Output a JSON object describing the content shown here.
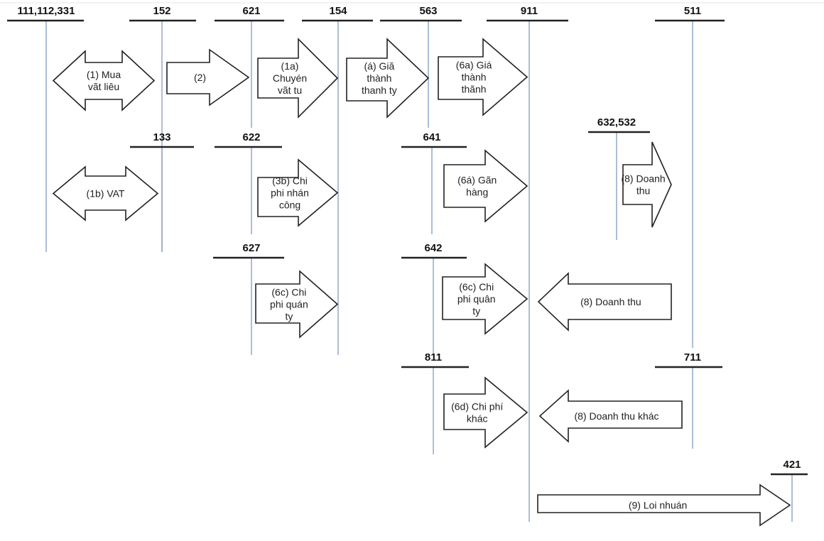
{
  "accounts": [
    {
      "label": "111,112,331"
    },
    {
      "label": "152"
    },
    {
      "label": "621"
    },
    {
      "label": "154"
    },
    {
      "label": "563"
    },
    {
      "label": "911"
    },
    {
      "label": "511"
    },
    {
      "label": "133"
    },
    {
      "label": "622"
    },
    {
      "label": "627"
    },
    {
      "label": "641"
    },
    {
      "label": "642"
    },
    {
      "label": "811"
    },
    {
      "label": "632,532"
    },
    {
      "label": "711"
    },
    {
      "label": "421"
    }
  ],
  "arrows": [
    {
      "type": "double",
      "lines": [
        "(1) Mua",
        "vãt liêu"
      ]
    },
    {
      "type": "right",
      "lines": [
        "(2)"
      ]
    },
    {
      "type": "right",
      "lines": [
        "(1a)",
        "Chuyén",
        "vãt tu"
      ]
    },
    {
      "type": "right",
      "lines": [
        "(á) Giă",
        "thành",
        "thanh ty"
      ]
    },
    {
      "type": "right",
      "lines": [
        "(6a) Giá",
        "thành",
        "thãnh"
      ]
    },
    {
      "type": "double",
      "lines": [
        "(1b) VAT"
      ]
    },
    {
      "type": "right",
      "lines": [
        "(3b) Chi",
        "phi nhán",
        "cōng"
      ]
    },
    {
      "type": "right",
      "lines": [
        "(6á) Gãn",
        "hàng"
      ]
    },
    {
      "type": "right",
      "lines": [
        "(8) Doanh",
        "thu"
      ]
    },
    {
      "type": "right",
      "lines": [
        "(6c) Chi",
        "phi quán",
        "ty"
      ]
    },
    {
      "type": "right",
      "lines": [
        "(6c) Chi",
        "phi quân",
        "ty"
      ]
    },
    {
      "type": "left",
      "lines": [
        "(8) Doanh thu"
      ]
    },
    {
      "type": "right",
      "lines": [
        "(6d) Chi phí",
        "khác"
      ]
    },
    {
      "type": "left",
      "lines": [
        "(8) Doanh thu khác"
      ]
    },
    {
      "type": "right",
      "lines": [
        "(9) Loi nhuán"
      ]
    }
  ],
  "colors": {
    "account_line": "#8fa9c8",
    "outline": "#222222"
  }
}
